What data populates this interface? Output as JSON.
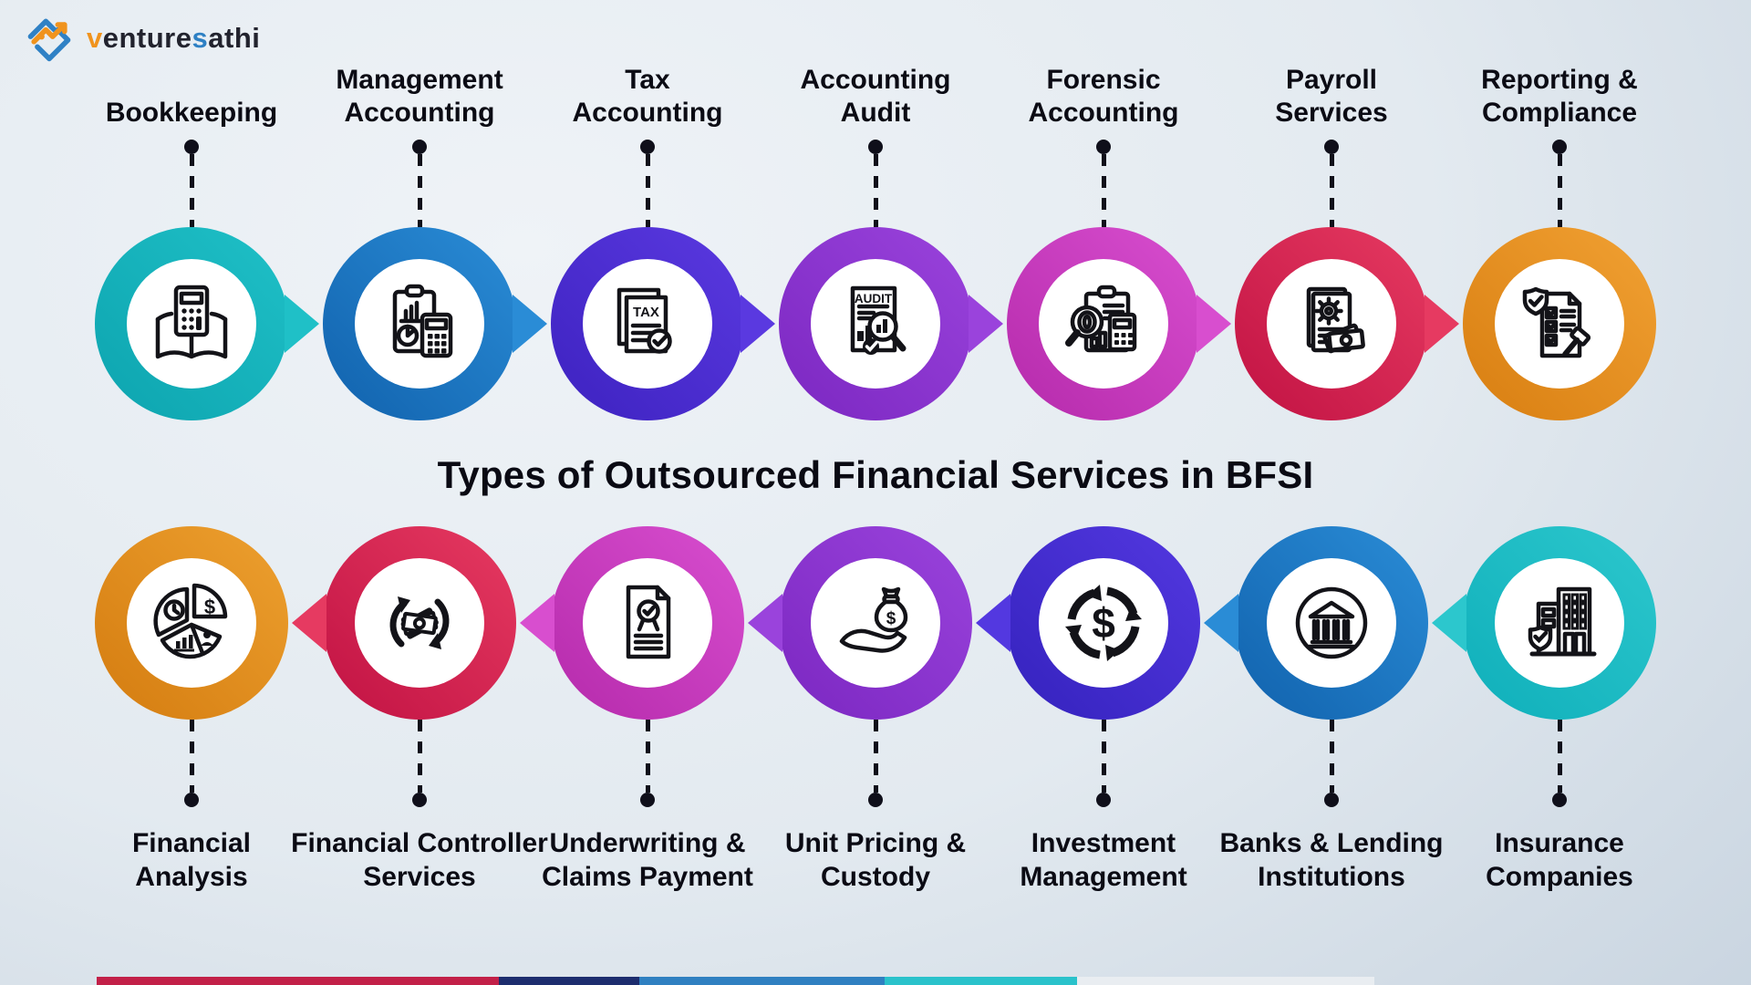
{
  "logo": {
    "icon": "venturesathi-logo-icon",
    "brand_parts": [
      {
        "text": "v",
        "color": "#f0931d"
      },
      {
        "text": "enture",
        "color": "#22232e"
      },
      {
        "text": "s",
        "color": "#2e80c4"
      },
      {
        "text": "athi",
        "color": "#22232e"
      }
    ]
  },
  "title": "Types of Outsourced Financial Services in BFSI",
  "icon_texts": {
    "tax": "TAX",
    "audit": "AUDIT",
    "dollar": "$"
  },
  "rows": {
    "top": {
      "arrow_direction": "right",
      "label_position": "above",
      "items": [
        {
          "label": "Bookkeeping",
          "icon": "book-calculator-icon",
          "color": "#1fc0c7",
          "color_dark": "#0da4af",
          "has_arrow": true
        },
        {
          "label": "Management\nAccounting",
          "icon": "clipboard-calculator-icon",
          "color": "#2a8cd6",
          "color_dark": "#1162ad",
          "has_arrow": true
        },
        {
          "label": "Tax\nAccounting",
          "icon": "tax-document-icon",
          "color": "#5a39e0",
          "color_dark": "#3d22c0",
          "has_arrow": true
        },
        {
          "label": "Accounting\nAudit",
          "icon": "audit-magnifier-icon",
          "color": "#9a43dc",
          "color_dark": "#7b27c1",
          "has_arrow": true
        },
        {
          "label": "Forensic\nAccounting",
          "icon": "forensic-magnifier-icon",
          "color": "#d84ecf",
          "color_dark": "#b52aab",
          "has_arrow": true
        },
        {
          "label": "Payroll\nServices",
          "icon": "payroll-document-money-icon",
          "color": "#e63a61",
          "color_dark": "#c11243",
          "has_arrow": true
        },
        {
          "label": "Reporting &\nCompliance",
          "icon": "compliance-checklist-gavel-icon",
          "color": "#f1a133",
          "color_dark": "#d87e11",
          "has_arrow": false
        }
      ]
    },
    "bottom": {
      "arrow_direction": "left",
      "label_position": "below",
      "items": [
        {
          "label": "Financial\nAnalysis",
          "icon": "pie-chart-analysis-icon",
          "color": "#eda02f",
          "color_dark": "#d47c10",
          "has_arrow": false
        },
        {
          "label": "Financial Controller\nServices",
          "icon": "money-cycle-icon",
          "color": "#e63a61",
          "color_dark": "#c11243",
          "has_arrow": true
        },
        {
          "label": "Underwriting &\nClaims Payment",
          "icon": "certificate-icon",
          "color": "#d84ecf",
          "color_dark": "#b52aab",
          "has_arrow": true
        },
        {
          "label": "Unit Pricing &\nCustody",
          "icon": "hand-money-bag-icon",
          "color": "#9a43dc",
          "color_dark": "#7b27c1",
          "has_arrow": true
        },
        {
          "label": "Investment\nManagement",
          "icon": "investment-cycle-icon",
          "color": "#5338e0",
          "color_dark": "#3422bd",
          "has_arrow": true
        },
        {
          "label": "Banks & Lending\nInstitutions",
          "icon": "bank-building-icon",
          "color": "#2a8cd6",
          "color_dark": "#1162ad",
          "has_arrow": true
        },
        {
          "label": "Insurance\nCompanies",
          "icon": "insurance-building-icon",
          "color": "#2cc7cd",
          "color_dark": "#0fafba",
          "has_arrow": true
        }
      ]
    }
  },
  "footer_bar": {
    "segments": [
      {
        "color": "transparent",
        "width_pct": 5.5
      },
      {
        "color": "#c22048",
        "width_pct": 23
      },
      {
        "color": "#1d2d6e",
        "width_pct": 8
      },
      {
        "color": "#2f80c1",
        "width_pct": 14
      },
      {
        "color": "#2ac2cb",
        "width_pct": 11
      },
      {
        "color": "#e9edf1",
        "width_pct": 17
      },
      {
        "color": "transparent",
        "width_pct": 21.5
      }
    ]
  }
}
